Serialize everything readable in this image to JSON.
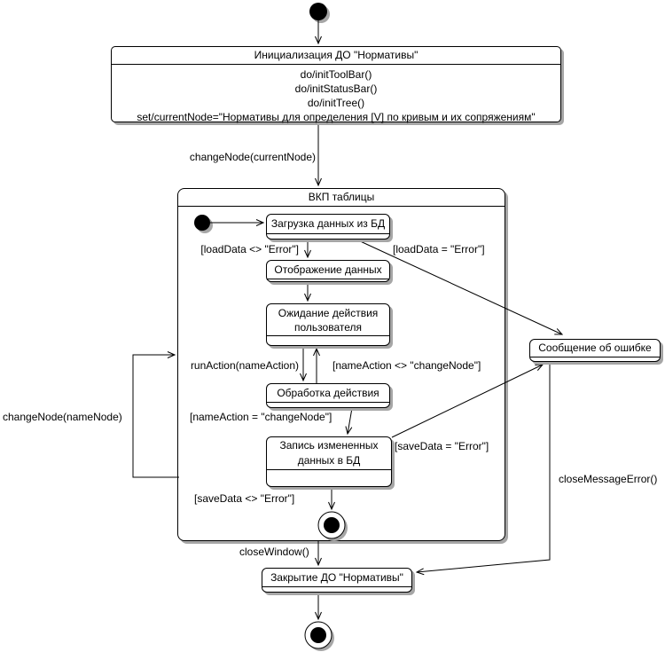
{
  "diagram": {
    "type": "uml-state-machine",
    "background_color": "#ffffff",
    "stroke_color": "#000000",
    "shadow_color": "#a6a6a6"
  },
  "states": {
    "init": {
      "title": "Инициализация ДО \"Нормативы\"",
      "actions": [
        "do/initToolBar()",
        "do/initStatusBar()",
        "do/initTree()",
        "set/currentNode=\"Нормативы для определения [V] по кривым и их сопряжениям\""
      ]
    },
    "vkp": {
      "title": "ВКП таблицы"
    },
    "load": {
      "title": "Загрузка данных из БД"
    },
    "display": {
      "title": "Отображение данных"
    },
    "wait": {
      "title": "Ожидание действия пользователя"
    },
    "process": {
      "title": "Обработка действия"
    },
    "save": {
      "title": "Запись измененных данных в БД"
    },
    "error": {
      "title": "Сообщение об ошибке"
    },
    "close": {
      "title": "Закрытие ДО \"Нормативы\""
    }
  },
  "transitions": {
    "change_node_current": "changeNode(currentNode)",
    "load_ok": "[loadData <> \"Error\"]",
    "load_error": "[loadData = \"Error\"]",
    "run_action": "runAction(nameAction)",
    "action_not_change_node": "[nameAction <> \"changeNode\"]",
    "action_change_node": "[nameAction = \"changeNode\"]",
    "save_error": "[saveData = \"Error\"]",
    "save_ok": "[saveData <> \"Error\"]",
    "change_node_name": "changeNode(nameNode)",
    "close_window": "closeWindow()",
    "close_message_error": "closeMessageError()"
  }
}
